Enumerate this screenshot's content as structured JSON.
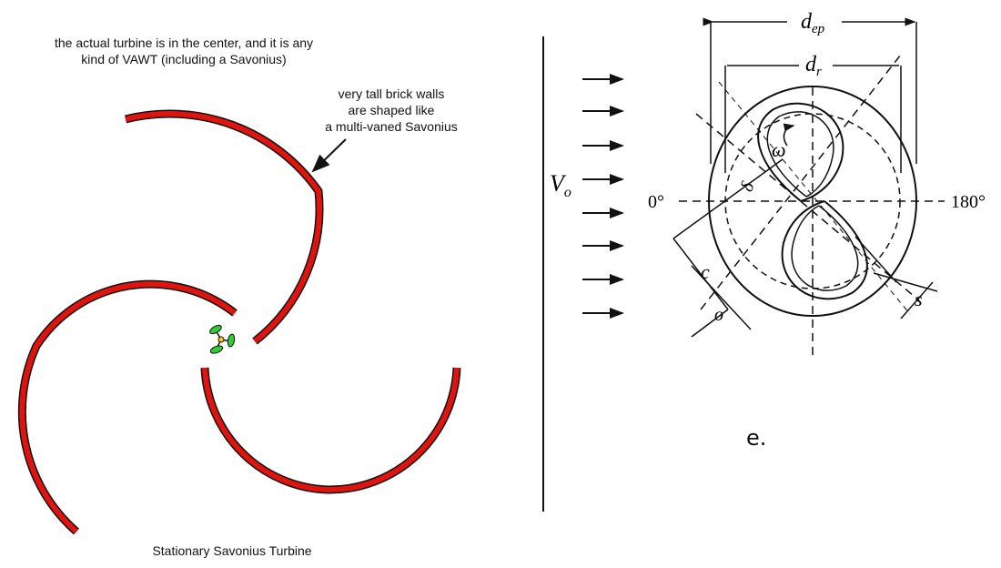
{
  "left_panel": {
    "top_note_line1": "the actual turbine is in the center, and it is any",
    "top_note_line2": "kind of VAWT (including a Savonius)",
    "wall_note_line1": "very tall brick walls",
    "wall_note_line2": "are shaped like",
    "wall_note_line3": "a multi-vaned Savonius",
    "caption": "Stationary Savonius Turbine",
    "wall_color": "#e0140f",
    "rotor_color": "#33cc33"
  },
  "right_panel": {
    "velocity_label": "V",
    "velocity_sub": "o",
    "angle_left": "0°",
    "angle_right": "180°",
    "dep_label": "d",
    "dep_sub": "ep",
    "dr_label": "d",
    "dr_sub": "r",
    "omega_label": "ω",
    "delta_label": "δ",
    "c_label": "c",
    "o_label": "o",
    "s_label": "s",
    "figure_label": "e."
  }
}
